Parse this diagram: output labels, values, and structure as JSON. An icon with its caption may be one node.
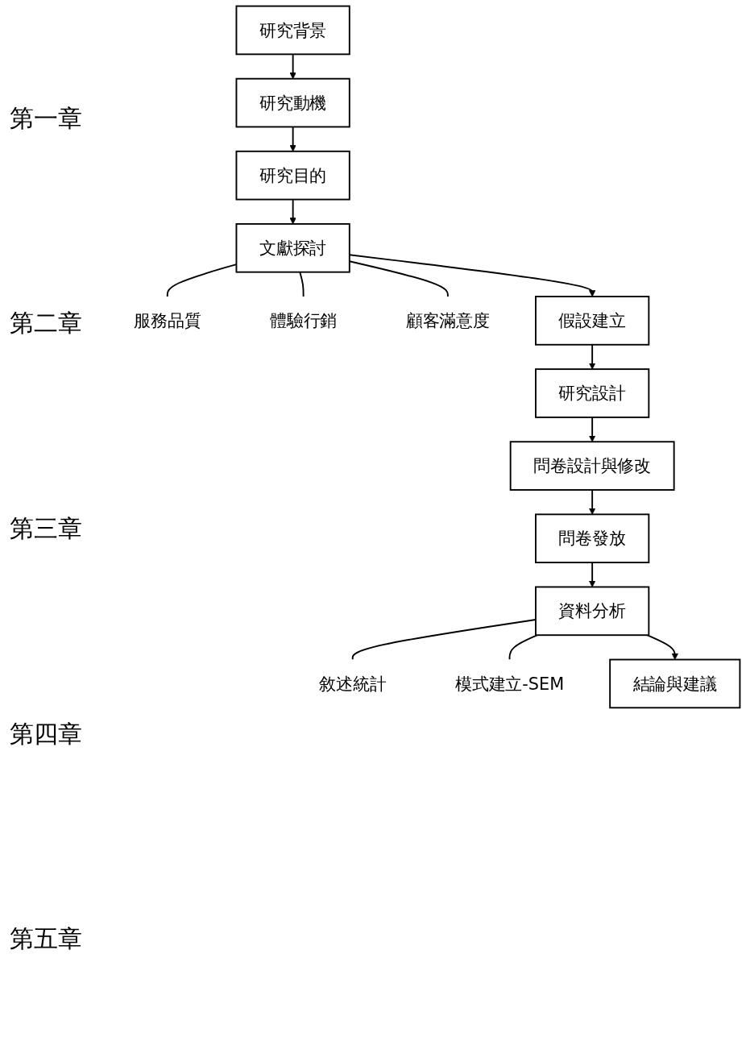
{
  "diagram": {
    "nodes": [
      {
        "text": [
          "研究背景"
        ]
      },
      {
        "text": [
          "研究動機"
        ]
      },
      {
        "text": [
          "研究目的"
        ]
      },
      {
        "text": [
          "文獻探討"
        ]
      },
      {
        "text": [
          "服務品質"
        ]
      },
      {
        "text": [
          "體驗行銷"
        ]
      },
      {
        "text": [
          "顧客滿意度"
        ]
      },
      {
        "text": [
          "假設建立"
        ]
      },
      {
        "text": [
          "研究設計"
        ]
      },
      {
        "text": [
          "問卷設計與修改"
        ]
      },
      {
        "text": [
          "問卷發放"
        ]
      },
      {
        "text": [
          "資料分析"
        ]
      },
      {
        "text": [
          "敘述統計"
        ]
      },
      {
        "text": [
          "模式建立-SEM"
        ]
      },
      {
        "text": [
          "結論與建議"
        ]
      }
    ],
    "edges": [
      {
        "from": 0,
        "to": 1,
        "arrow": "to"
      },
      {
        "from": 1,
        "to": 2,
        "arrow": "to"
      },
      {
        "from": 2,
        "to": 3,
        "arrow": "to"
      },
      {
        "from": 3,
        "to": 4,
        "arrow": "none"
      },
      {
        "from": 3,
        "to": 5,
        "arrow": "none"
      },
      {
        "from": 3,
        "to": 6,
        "arrow": "none"
      },
      {
        "from": 3,
        "to": 7,
        "arrow": "to"
      },
      {
        "from": 7,
        "to": 8,
        "arrow": "to"
      },
      {
        "from": 8,
        "to": 9,
        "arrow": "to"
      },
      {
        "from": 9,
        "to": 10,
        "arrow": "to"
      },
      {
        "from": 10,
        "to": 11,
        "arrow": "to"
      },
      {
        "from": 11,
        "to": 12,
        "arrow": "none"
      },
      {
        "from": 11,
        "to": 13,
        "arrow": "none"
      },
      {
        "from": 11,
        "to": 14,
        "arrow": "to"
      }
    ],
    "labels": [
      "第一章",
      "第二章",
      "第三章",
      "第四章",
      "第五章"
    ]
  }
}
